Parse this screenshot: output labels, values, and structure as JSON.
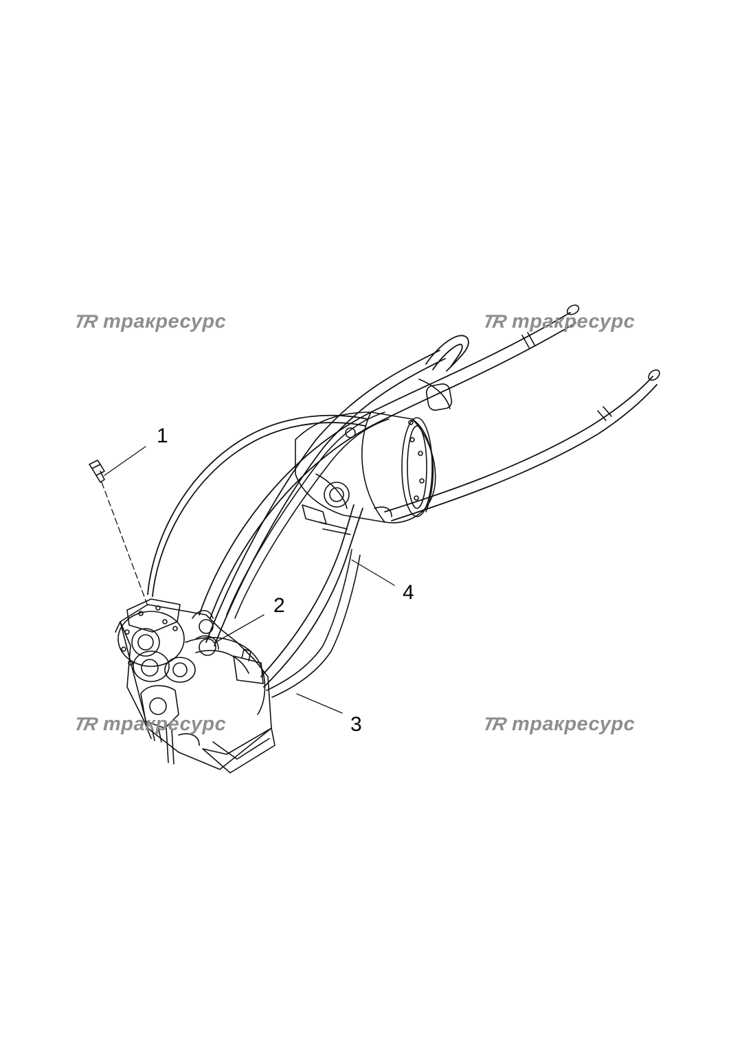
{
  "colors": {
    "line": "#111111",
    "watermark": "#8e8e8e",
    "background": "#ffffff"
  },
  "watermarks": {
    "logo": "TR",
    "text": "тракресурс"
  },
  "callouts": {
    "part_1": "1",
    "part_2": "2",
    "part_3": "3",
    "part_4": "4"
  }
}
